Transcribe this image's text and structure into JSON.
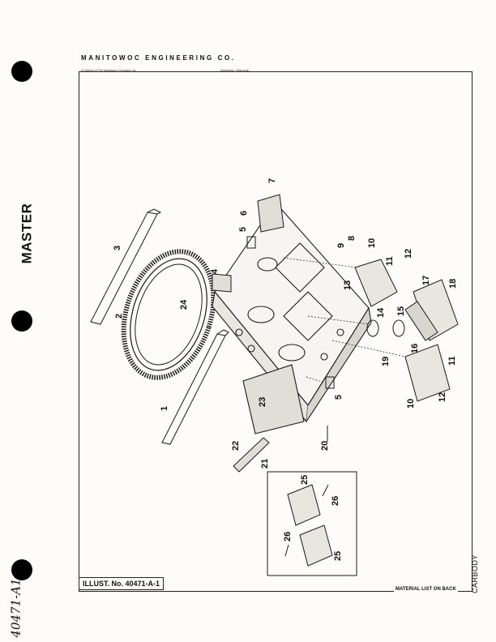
{
  "left_margin": {
    "stamp": "MASTER",
    "handwritten_number": "40471-A1"
  },
  "header": {
    "company": "MANITOWOC ENGINEERING CO.",
    "division": "A Division of The Manitowoc Company, Inc.",
    "location": "Manitowoc, Wisconsin"
  },
  "footer": {
    "illustration_number": "ILLUST. No. 40471-A-1",
    "material_list_note": "MATERIAL LIST ON BACK",
    "section_title": "CARBODY"
  },
  "part_numbers": [
    "1",
    "2",
    "3",
    "4",
    "5",
    "6",
    "7",
    "8",
    "9",
    "10",
    "11",
    "12",
    "13",
    "14",
    "15",
    "16",
    "17",
    "18",
    "19",
    "20",
    "21",
    "22",
    "23",
    "24",
    "5",
    "10",
    "11",
    "12",
    "25",
    "26",
    "25",
    "26"
  ]
}
